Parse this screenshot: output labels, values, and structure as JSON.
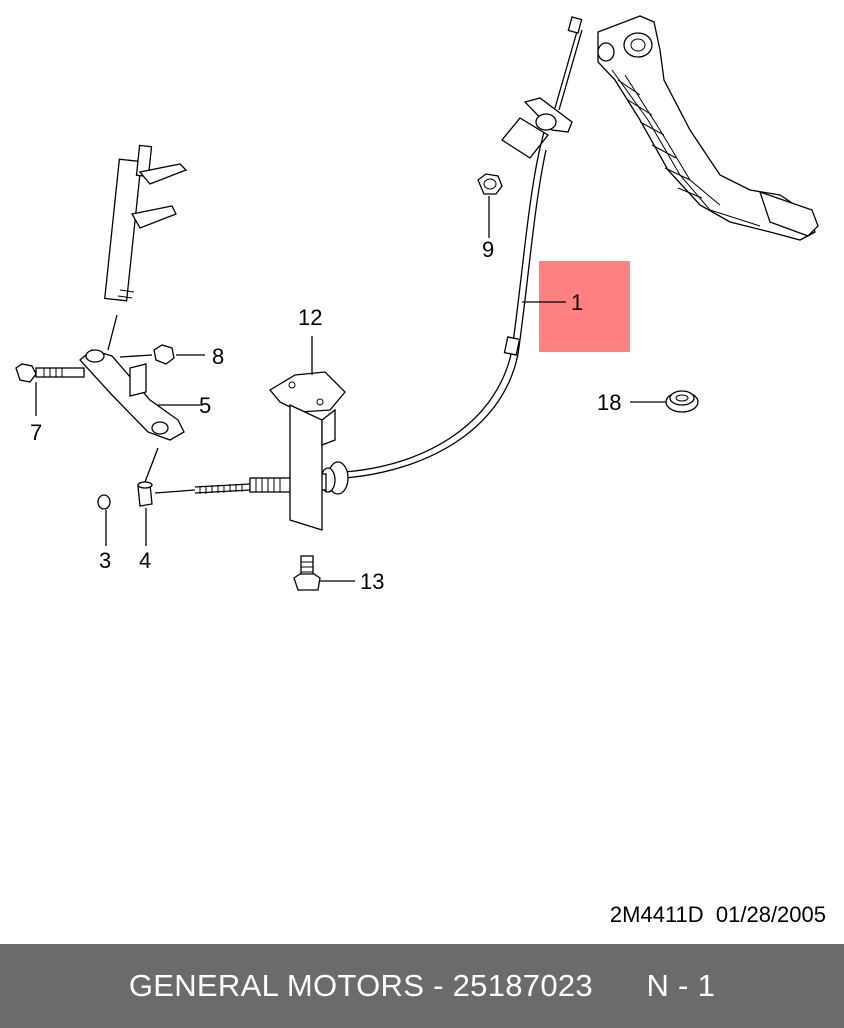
{
  "callouts": [
    "1",
    "3",
    "4",
    "5",
    "7",
    "8",
    "9",
    "12",
    "13",
    "18"
  ],
  "highlight_color": "#ff8080",
  "drawing_code": "2M4411D  01/28/2005",
  "footer": {
    "brand": "GENERAL MOTORS",
    "separator": " - ",
    "part_number": "25187023",
    "ref": "N - 1"
  },
  "footer_color": "#6b6b6b"
}
